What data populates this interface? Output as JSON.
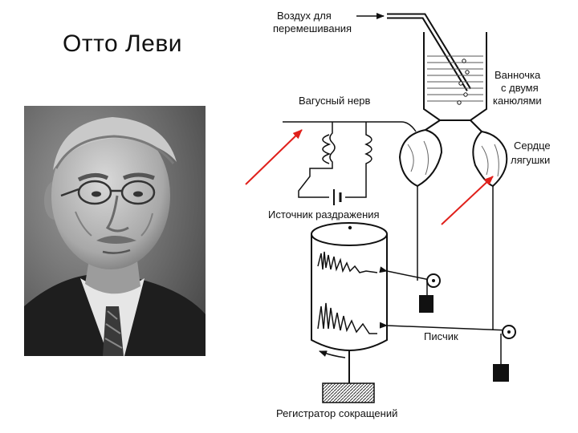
{
  "slide": {
    "title": "Отто Леви"
  },
  "diagram": {
    "labels": {
      "air": [
        "Воздух для",
        "перемешивания"
      ],
      "bath": [
        "Ванночка",
        "с двумя",
        "канюлями"
      ],
      "vagus": "Вагусный нерв",
      "heart": [
        "Сердце",
        "лягушки"
      ],
      "stimulus": "Источник раздражения",
      "stylus": "Писчик",
      "recorder": "Регистратор сокращений"
    }
  },
  "colors": {
    "arrow": "#e0201b",
    "ink": "#111111",
    "photo_bg": "#6e6e6e"
  }
}
